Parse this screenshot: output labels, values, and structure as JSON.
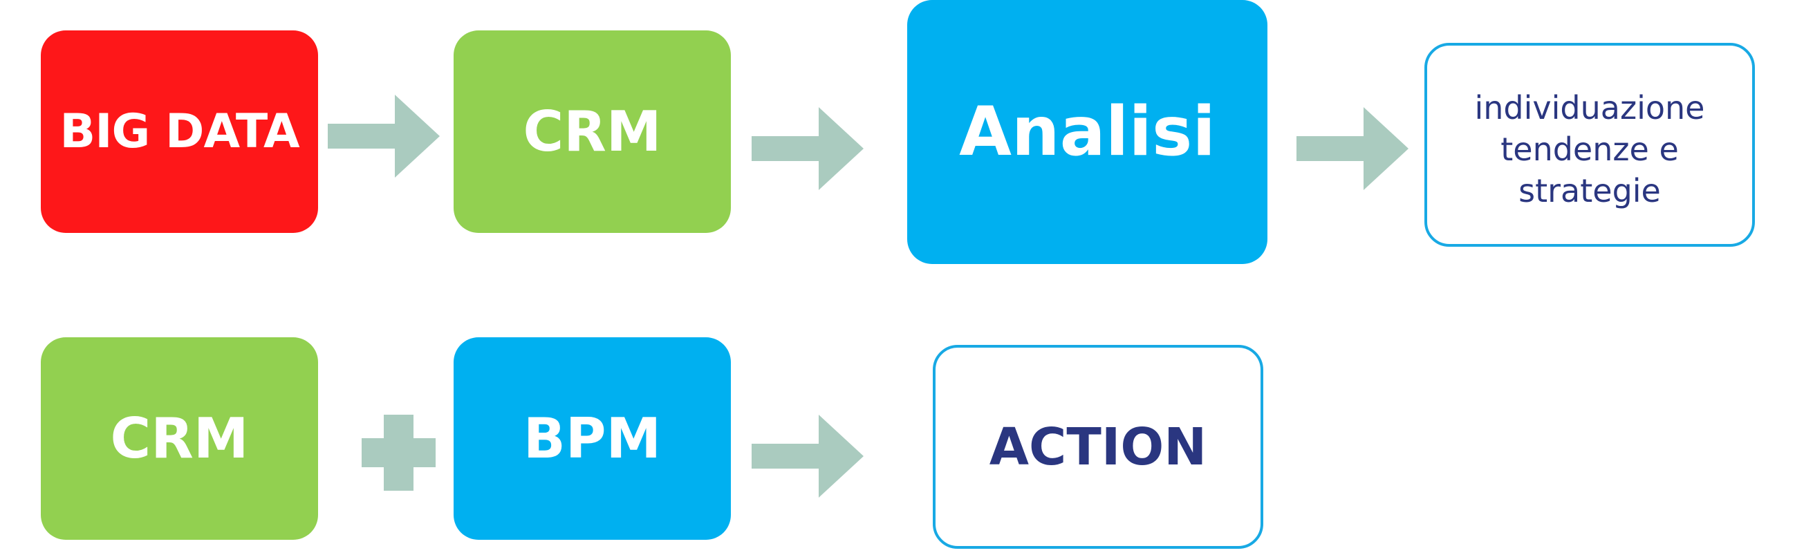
{
  "colors": {
    "red": "#fe1719",
    "green": "#92d050",
    "blue": "#00b0f0",
    "outline": "#18a9e4",
    "arrow": "#aacbbf",
    "dark_text": "#2a3680"
  },
  "row1": {
    "big_data": "BIG DATA",
    "crm": "CRM",
    "analisi": "Analisi",
    "outcome_lines": [
      "individuazione",
      "tendenze e",
      "strategie"
    ]
  },
  "row2": {
    "crm": "CRM",
    "bpm": "BPM",
    "action": "ACTION"
  },
  "icons": {
    "arrow": "right-arrow-icon",
    "plus": "plus-icon"
  }
}
